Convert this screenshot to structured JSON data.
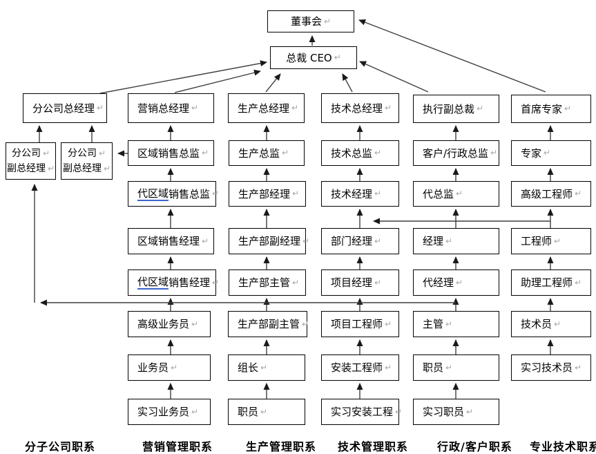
{
  "meta": {
    "return_mark": "↵"
  },
  "colors": {
    "underline_accent": "#3b63cc",
    "connector_line": "#3f3f3f",
    "box_border": "#000000",
    "return_mark": "#a6a6a6"
  },
  "top": {
    "board": {
      "u": "",
      "t": "董事会"
    },
    "ceo": {
      "u": "",
      "t": "总裁 CEO"
    }
  },
  "columns": [
    {
      "footer": "分子公司职系",
      "gm": {
        "u": "",
        "t": "分公司总经理"
      },
      "vp1": {
        "l1": "分公司",
        "l2": "副总经理"
      },
      "vp2": {
        "l1": "分公司",
        "l2": "副总经理"
      }
    },
    {
      "footer": "营销管理职系",
      "boxes": [
        {
          "u": "",
          "t": "营销总经理"
        },
        {
          "u": "",
          "t": "区域销售总监"
        },
        {
          "u": "代区域",
          "t": "销售总监"
        },
        {
          "u": "",
          "t": "区域销售经理"
        },
        {
          "u": "代区域",
          "t": "销售经理"
        },
        {
          "u": "",
          "t": "高级业务员"
        },
        {
          "u": "",
          "t": "业务员"
        },
        {
          "u": "",
          "t": "实习业务员"
        }
      ]
    },
    {
      "footer": "生产管理职系",
      "boxes": [
        {
          "u": "",
          "t": "生产总经理"
        },
        {
          "u": "",
          "t": "生产总监"
        },
        {
          "u": "",
          "t": "生产部经理"
        },
        {
          "u": "",
          "t": "生产部副经理"
        },
        {
          "u": "",
          "t": "生产部主管"
        },
        {
          "u": "",
          "t": "生产部副主管"
        },
        {
          "u": "",
          "t": "组长"
        },
        {
          "u": "",
          "t": "职员"
        }
      ]
    },
    {
      "footer": "技术管理职系",
      "boxes": [
        {
          "u": "",
          "t": "技术总经理"
        },
        {
          "u": "",
          "t": "技术总监"
        },
        {
          "u": "",
          "t": "技术经理"
        },
        {
          "u": "",
          "t": "部门经理"
        },
        {
          "u": "",
          "t": "项目经理"
        },
        {
          "u": "",
          "t": "项目工程师"
        },
        {
          "u": "",
          "t": "安装工程师"
        },
        {
          "u": "",
          "t": "实习安装工程"
        }
      ]
    },
    {
      "footer": "行政/客户职系",
      "boxes": [
        {
          "u": "",
          "t": "执行副总裁"
        },
        {
          "u": "",
          "t": "客户/行政总监"
        },
        {
          "u": "",
          "t": "代总监"
        },
        {
          "u": "",
          "t": "经理"
        },
        {
          "u": "",
          "t": "代经理"
        },
        {
          "u": "",
          "t": "主管"
        },
        {
          "u": "",
          "t": "职员"
        },
        {
          "u": "",
          "t": "实习职员"
        }
      ]
    },
    {
      "footer": "专业技术职系",
      "boxes": [
        {
          "u": "",
          "t": "首席专家"
        },
        {
          "u": "",
          "t": "专家"
        },
        {
          "u": "",
          "t": "高级工程师"
        },
        {
          "u": "",
          "t": "工程师"
        },
        {
          "u": "",
          "t": "助理工程师"
        },
        {
          "u": "",
          "t": "技术员"
        },
        {
          "u": "",
          "t": "实习技术员"
        }
      ]
    }
  ]
}
